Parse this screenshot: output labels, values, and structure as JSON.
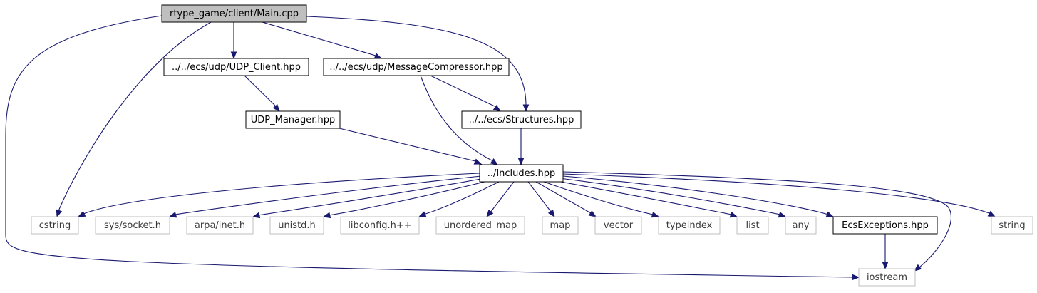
{
  "graph": {
    "title": "rtype_game/client/Main.cpp",
    "colors": {
      "edge": "#191970",
      "root_fill": "#bfbfbf",
      "root_border": "#000000",
      "internal_border": "#000000",
      "external_border": "#bfbfbf",
      "external_text": "#3a3a3a"
    },
    "nodes": [
      {
        "id": "main",
        "label": "rtype_game/client/Main.cpp",
        "kind": "root"
      },
      {
        "id": "udp_client",
        "label": "../../ecs/udp/UDP_Client.hpp",
        "kind": "internal"
      },
      {
        "id": "msg_comp",
        "label": "../../ecs/udp/MessageCompressor.hpp",
        "kind": "internal"
      },
      {
        "id": "udp_manager",
        "label": "UDP_Manager.hpp",
        "kind": "internal"
      },
      {
        "id": "structures",
        "label": "../../ecs/Structures.hpp",
        "kind": "internal"
      },
      {
        "id": "includes",
        "label": "../Includes.hpp",
        "kind": "internal"
      },
      {
        "id": "cstring",
        "label": "cstring",
        "kind": "external"
      },
      {
        "id": "socket",
        "label": "sys/socket.h",
        "kind": "external"
      },
      {
        "id": "inet",
        "label": "arpa/inet.h",
        "kind": "external"
      },
      {
        "id": "unistd",
        "label": "unistd.h",
        "kind": "external"
      },
      {
        "id": "libconfig",
        "label": "libconfig.h++",
        "kind": "external"
      },
      {
        "id": "unordered_map",
        "label": "unordered_map",
        "kind": "external"
      },
      {
        "id": "map",
        "label": "map",
        "kind": "external"
      },
      {
        "id": "vector",
        "label": "vector",
        "kind": "external"
      },
      {
        "id": "typeindex",
        "label": "typeindex",
        "kind": "external"
      },
      {
        "id": "list",
        "label": "list",
        "kind": "external"
      },
      {
        "id": "any",
        "label": "any",
        "kind": "external"
      },
      {
        "id": "ecs_exceptions",
        "label": "EcsExceptions.hpp",
        "kind": "internal"
      },
      {
        "id": "string",
        "label": "string",
        "kind": "external"
      },
      {
        "id": "iostream",
        "label": "iostream",
        "kind": "external"
      }
    ],
    "edges": [
      {
        "from": "main",
        "to": "udp_client"
      },
      {
        "from": "main",
        "to": "msg_comp"
      },
      {
        "from": "main",
        "to": "structures"
      },
      {
        "from": "main",
        "to": "cstring"
      },
      {
        "from": "main",
        "to": "iostream"
      },
      {
        "from": "udp_client",
        "to": "udp_manager"
      },
      {
        "from": "udp_manager",
        "to": "includes"
      },
      {
        "from": "msg_comp",
        "to": "structures"
      },
      {
        "from": "msg_comp",
        "to": "includes"
      },
      {
        "from": "structures",
        "to": "includes"
      },
      {
        "from": "includes",
        "to": "cstring"
      },
      {
        "from": "includes",
        "to": "socket"
      },
      {
        "from": "includes",
        "to": "inet"
      },
      {
        "from": "includes",
        "to": "unistd"
      },
      {
        "from": "includes",
        "to": "libconfig"
      },
      {
        "from": "includes",
        "to": "unordered_map"
      },
      {
        "from": "includes",
        "to": "map"
      },
      {
        "from": "includes",
        "to": "vector"
      },
      {
        "from": "includes",
        "to": "typeindex"
      },
      {
        "from": "includes",
        "to": "list"
      },
      {
        "from": "includes",
        "to": "any"
      },
      {
        "from": "includes",
        "to": "ecs_exceptions"
      },
      {
        "from": "includes",
        "to": "string"
      },
      {
        "from": "includes",
        "to": "iostream"
      },
      {
        "from": "ecs_exceptions",
        "to": "iostream"
      }
    ]
  }
}
